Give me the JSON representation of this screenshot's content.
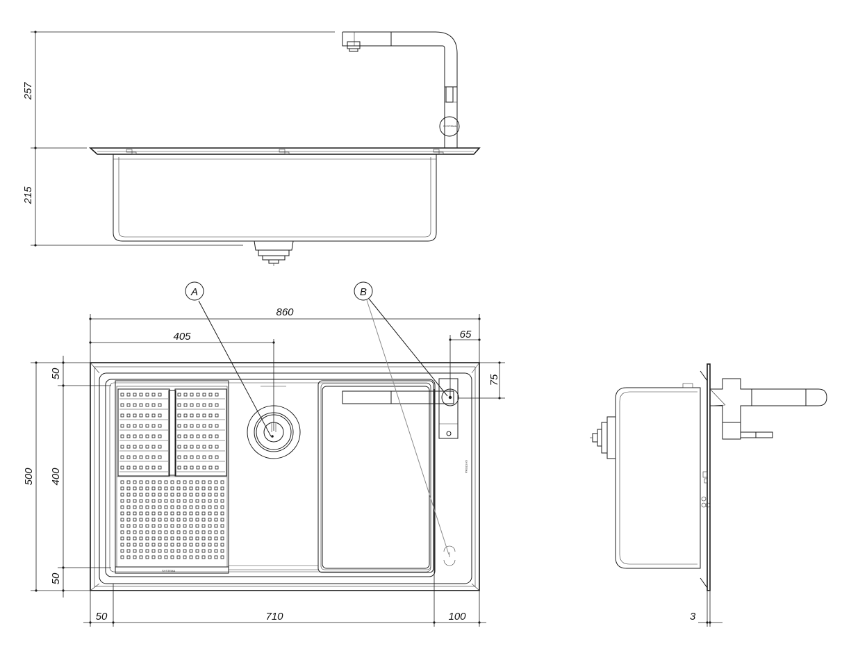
{
  "dimensions": {
    "front_faucet_height": "257",
    "front_bowl_depth": "215",
    "total_width": "860",
    "drain_offset": "405",
    "faucet_offset": "65",
    "faucet_from_back": "75",
    "total_depth": "500",
    "inner_depth": "400",
    "top_margin": "50",
    "bottom_margin": "50",
    "left_margin": "50",
    "bowl_width": "710",
    "right_margin": "100",
    "thickness": "3"
  },
  "callouts": {
    "a": "A",
    "b": "B"
  },
  "colors": {
    "line": "#1a1a1a",
    "leader_grey": "#8a8a8a",
    "background": "#ffffff"
  }
}
